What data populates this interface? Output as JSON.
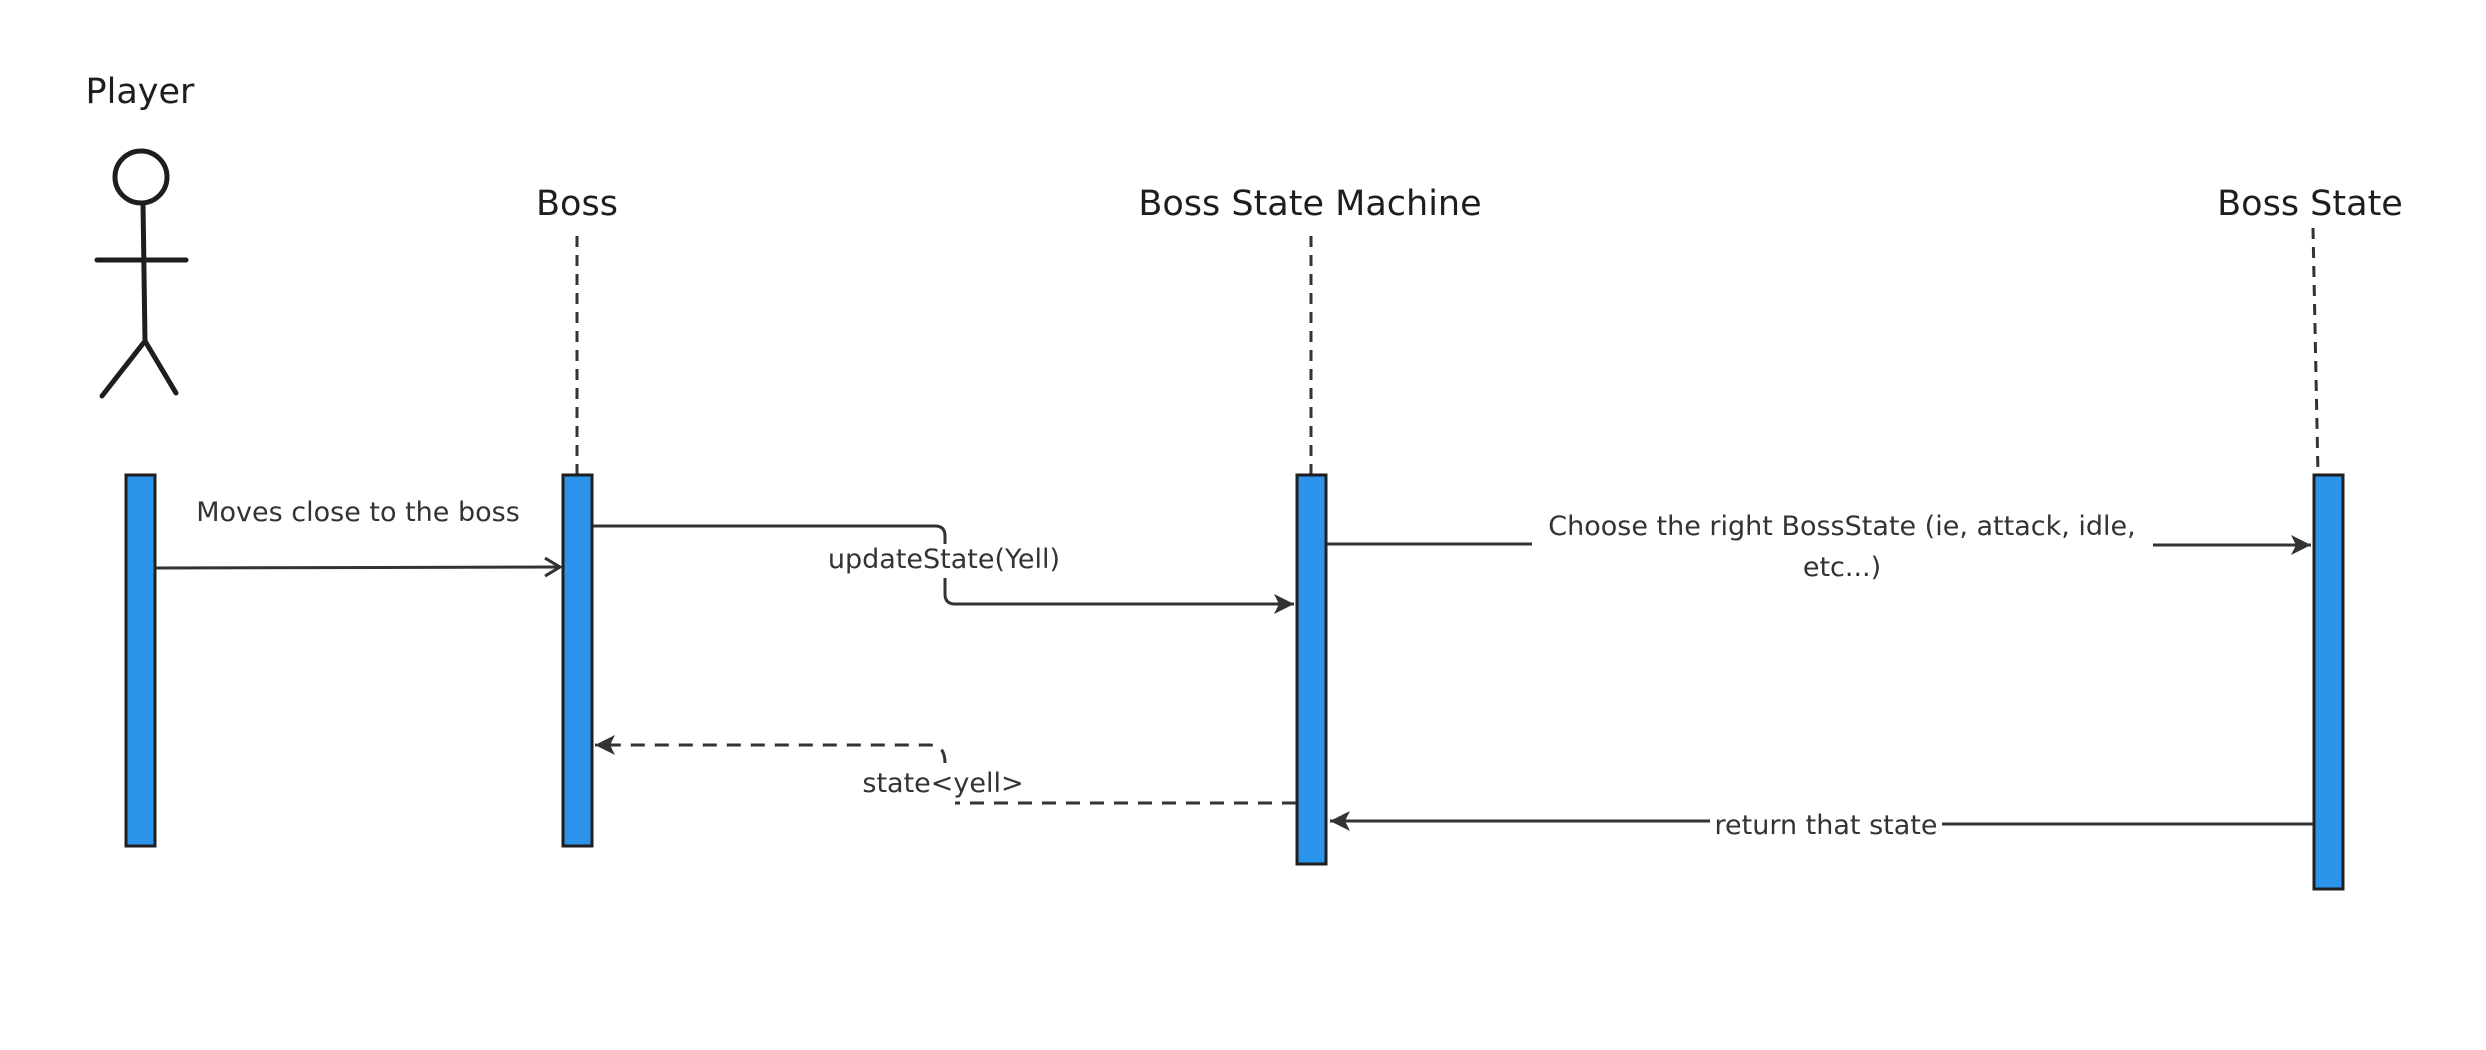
{
  "participants": {
    "player": "Player",
    "boss": "Boss",
    "state_machine": "Boss State Machine",
    "boss_state": "Boss State"
  },
  "messages": {
    "moves_close": "Moves close to the boss",
    "update_state": "updateState(Yell)",
    "choose_state_line1": "Choose the right BossState (ie, attack, idle,",
    "choose_state_line2": "etc...)",
    "return_state": "return that state",
    "state_yell": "state<yell>"
  },
  "colors": {
    "activation_fill": "#2b93e9",
    "line": "#333333"
  }
}
